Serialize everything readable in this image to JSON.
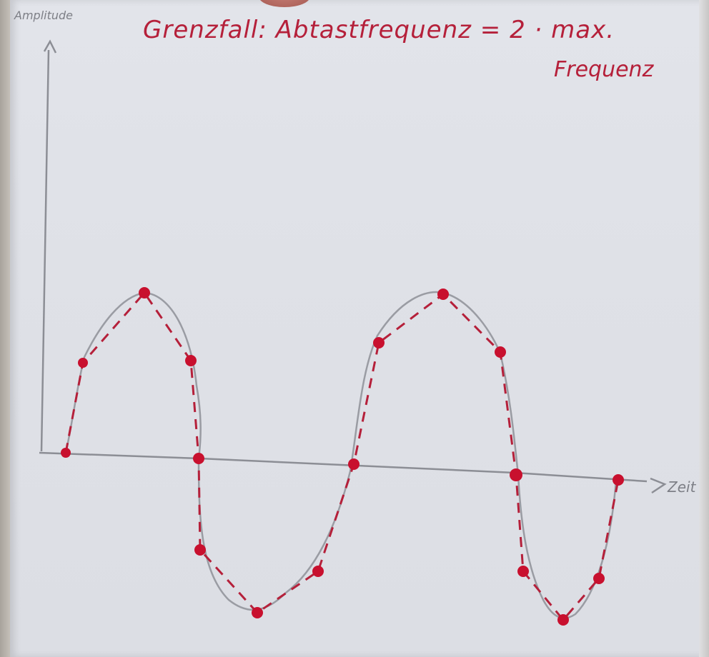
{
  "annotation": {
    "title_line1": "Grenzfall: Abtastfrequenz = 2 · max.",
    "title_line2": "Frequenz",
    "y_axis_label": "Amplitude",
    "x_axis_label": "Zeit"
  },
  "colors": {
    "paper": "#dfe1e7",
    "pencil": "#8c8e95",
    "ink_red": "#b5203a",
    "sample_dot": "#c8102e"
  }
}
